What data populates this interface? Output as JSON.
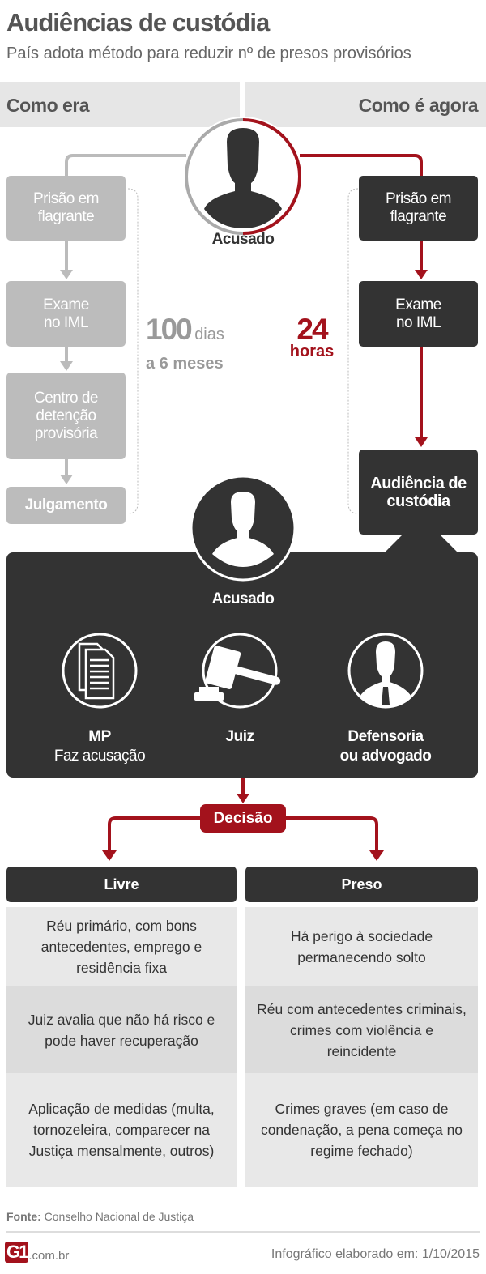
{
  "header": {
    "title": "Audiências de custódia",
    "subtitle": "País adota método para reduzir nº de presos provisórios"
  },
  "columns": {
    "before": "Como era",
    "now": "Como é agora"
  },
  "accused_label": "Acusado",
  "before_steps": [
    "Prisão em flagrante",
    "Exame no IML",
    "Centro de detenção provisória",
    "Julgamento"
  ],
  "before_duration": {
    "number": "100",
    "unit": "dias",
    "range": "a 6 meses"
  },
  "now_steps": [
    "Prisão em flagrante",
    "Exame no IML",
    "Audiência de custódia"
  ],
  "now_duration": {
    "number": "24",
    "unit": "horas"
  },
  "hearing": {
    "accused": "Acusado",
    "participants": [
      {
        "name": "MP",
        "role": "Faz acusação",
        "icon": "documents-icon"
      },
      {
        "name": "Juiz",
        "role": "",
        "icon": "gavel-icon"
      },
      {
        "name": "Defensoria",
        "role": "ou advogado",
        "icon": "lawyer-icon"
      }
    ]
  },
  "decision": {
    "label": "Decisão",
    "free": {
      "title": "Livre",
      "rows": [
        "Réu primário, com bons antecedentes, emprego e residência fixa",
        "Juiz avalia que não há risco e pode haver recuperação",
        "Aplicação de medidas (multa, tornozeleira, comparecer na Justiça mensalmente, outros)"
      ]
    },
    "jailed": {
      "title": "Preso",
      "rows": [
        "Há perigo à sociedade permanecendo solto",
        "Réu com antecedentes criminais, crimes com violência e reincidente",
        "Crimes graves (em caso de condenação, a pena começa no regime fechado)"
      ]
    }
  },
  "footer": {
    "source_label": "Fonte:",
    "source": "Conselho Nacional de Justiça",
    "logo": "G1",
    "domain": ".com.br",
    "credit": "Infográfico elaborado em: 1/10/2015"
  },
  "colors": {
    "red": "#a3121c",
    "dark": "#333333",
    "gray": "#bcbcbc"
  }
}
